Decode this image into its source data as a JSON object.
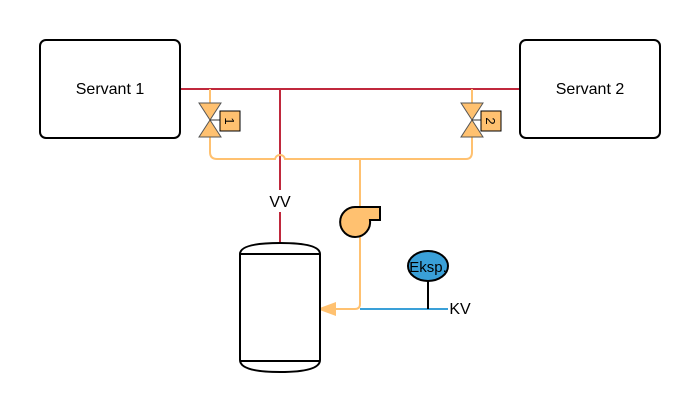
{
  "diagram": {
    "nodes": {
      "servant1": {
        "label": "Servant 1"
      },
      "servant2": {
        "label": "Servant 2"
      },
      "valve1": {
        "label": "1"
      },
      "valve2": {
        "label": "2"
      },
      "pump": {
        "label": ""
      },
      "tank": {
        "label": ""
      },
      "expansion": {
        "label": "Eksp."
      }
    },
    "labels": {
      "vv": "VV",
      "kv": "KV"
    },
    "colors": {
      "supply_line": "#c0283c",
      "return_line": "#ffc170",
      "cold_water_line": "#3aa0d8",
      "valve_fill": "#ffc170",
      "expansion_fill": "#3aa0d8"
    }
  }
}
